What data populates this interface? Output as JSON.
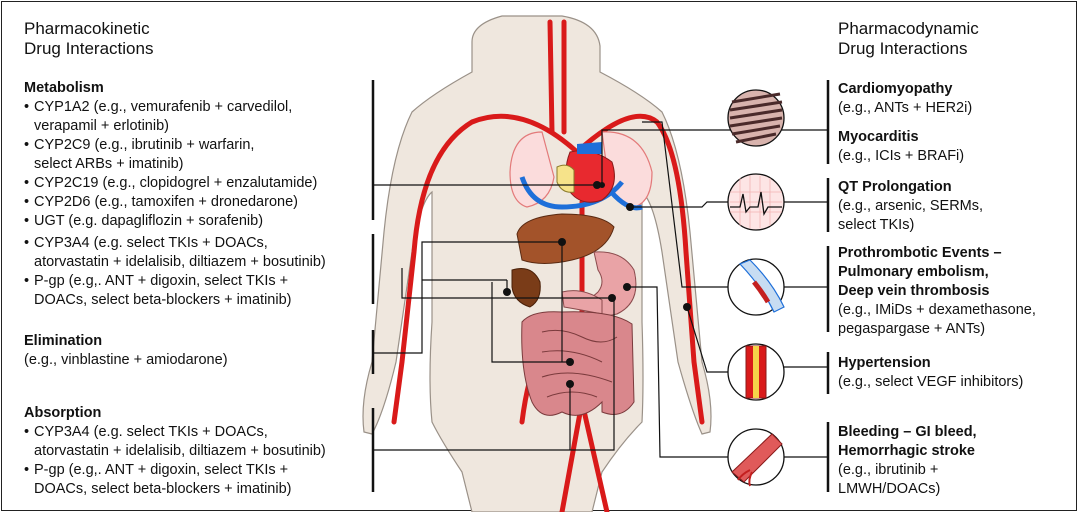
{
  "left": {
    "heading": [
      "Pharmacokinetic",
      "Drug Interactions"
    ],
    "metabolism": {
      "title": "Metabolism",
      "items": [
        [
          "CYP1A2 (e.g., vemurafenib + carvedilol,",
          "verapamil + erlotinib)"
        ],
        [
          "CYP2C9 (e.g., ibrutinib + warfarin,",
          "select ARBs + imatinib)"
        ],
        [
          "CYP2C19 (e.g., clopidogrel + enzalutamide)"
        ],
        [
          "CYP2D6 (e.g., tamoxifen + dronedarone)"
        ],
        [
          "UGT (e.g. dapagliflozin + sorafenib)"
        ]
      ]
    },
    "transport": {
      "items": [
        [
          "CYP3A4 (e.g. select TKIs + DOACs,",
          "atorvastatin + idelalisib, diltiazem + bosutinib)"
        ],
        [
          "P-gp (e.g,. ANT + digoxin, select TKIs +",
          "DOACs, select beta-blockers + imatinib)"
        ]
      ]
    },
    "elimination": {
      "title": "Elimination",
      "lines": [
        "(e.g., vinblastine + amiodarone)"
      ]
    },
    "absorption": {
      "title": "Absorption",
      "items": [
        [
          "CYP3A4 (e.g. select TKIs + DOACs,",
          "atorvastatin + idelalisib, diltiazem + bosutinib)"
        ],
        [
          "P-gp (e.g,. ANT + digoxin, select TKIs +",
          "DOACs, select beta-blockers + imatinib)"
        ]
      ]
    }
  },
  "right": {
    "heading": [
      "Pharmacodynamic",
      "Drug Interactions"
    ],
    "cardiomyopathy": {
      "title": [
        "Cardiomyopathy"
      ],
      "lines": [
        "(e.g., ANTs + HER2i)"
      ]
    },
    "myocarditis": {
      "title": [
        "Myocarditis"
      ],
      "lines": [
        "(e.g., ICIs + BRAFi)"
      ]
    },
    "qt": {
      "title": [
        "QT Prolongation"
      ],
      "lines": [
        "(e.g., arsenic, SERMs,",
        "select TKIs)"
      ]
    },
    "prothrombotic": {
      "title": [
        "Prothrombotic Events –",
        "Pulmonary embolism,",
        "Deep vein thrombosis"
      ],
      "lines": [
        "(e.g., IMiDs + dexamethasone,",
        "pegaspargase + ANTs)"
      ]
    },
    "hypertension": {
      "title": [
        "Hypertension"
      ],
      "lines": [
        "(e.g., select VEGF inhibitors)"
      ]
    },
    "bleeding": {
      "title": [
        "Bleeding – GI bleed,",
        "Hemorrhagic stroke"
      ],
      "lines": [
        "(e.g., ibrutinib +",
        "LMWH/DOACs)"
      ]
    }
  },
  "icons": [
    "human-body-illustration",
    "heart-icon",
    "lungs-icon",
    "liver-icon",
    "stomach-icon",
    "intestine-icon",
    "kidney-icon",
    "muscle-fiber-icon",
    "ecg-icon",
    "thrombus-vessel-icon",
    "narrowed-artery-icon",
    "bleeding-vessel-icon"
  ],
  "colors": {
    "artery": "#d91a1a",
    "vein": "#1e6fd9",
    "liver": "#a3532a",
    "gut": "#d9878c",
    "skin": "#efe7de",
    "line": "#111111"
  }
}
